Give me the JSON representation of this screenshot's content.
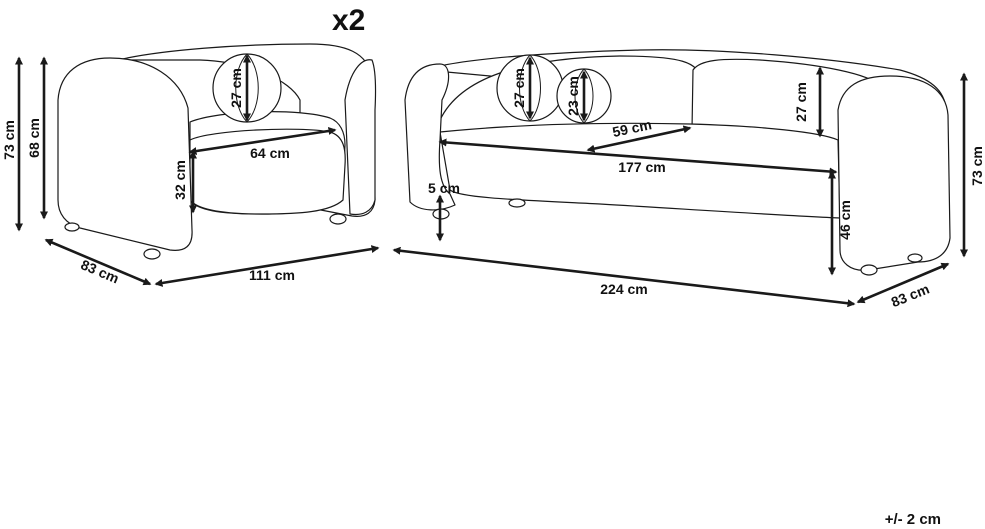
{
  "multiplier": "x2",
  "tolerance": "+/- 2 cm",
  "armchair": {
    "overall_height": "73 cm",
    "arm_height": "68 cm",
    "cushion_diameter": "27 cm",
    "seat_width": "64 cm",
    "seat_height": "32 cm",
    "depth": "83 cm",
    "width": "111 cm"
  },
  "sofa": {
    "cushion_large_diameter": "27 cm",
    "cushion_small_diameter": "23 cm",
    "back_cushion_height": "27 cm",
    "seat_cushion_width": "59 cm",
    "seat_width": "177 cm",
    "leg_height": "5 cm",
    "seat_height": "46 cm",
    "overall_height": "73 cm",
    "width": "224 cm",
    "depth": "83 cm"
  }
}
